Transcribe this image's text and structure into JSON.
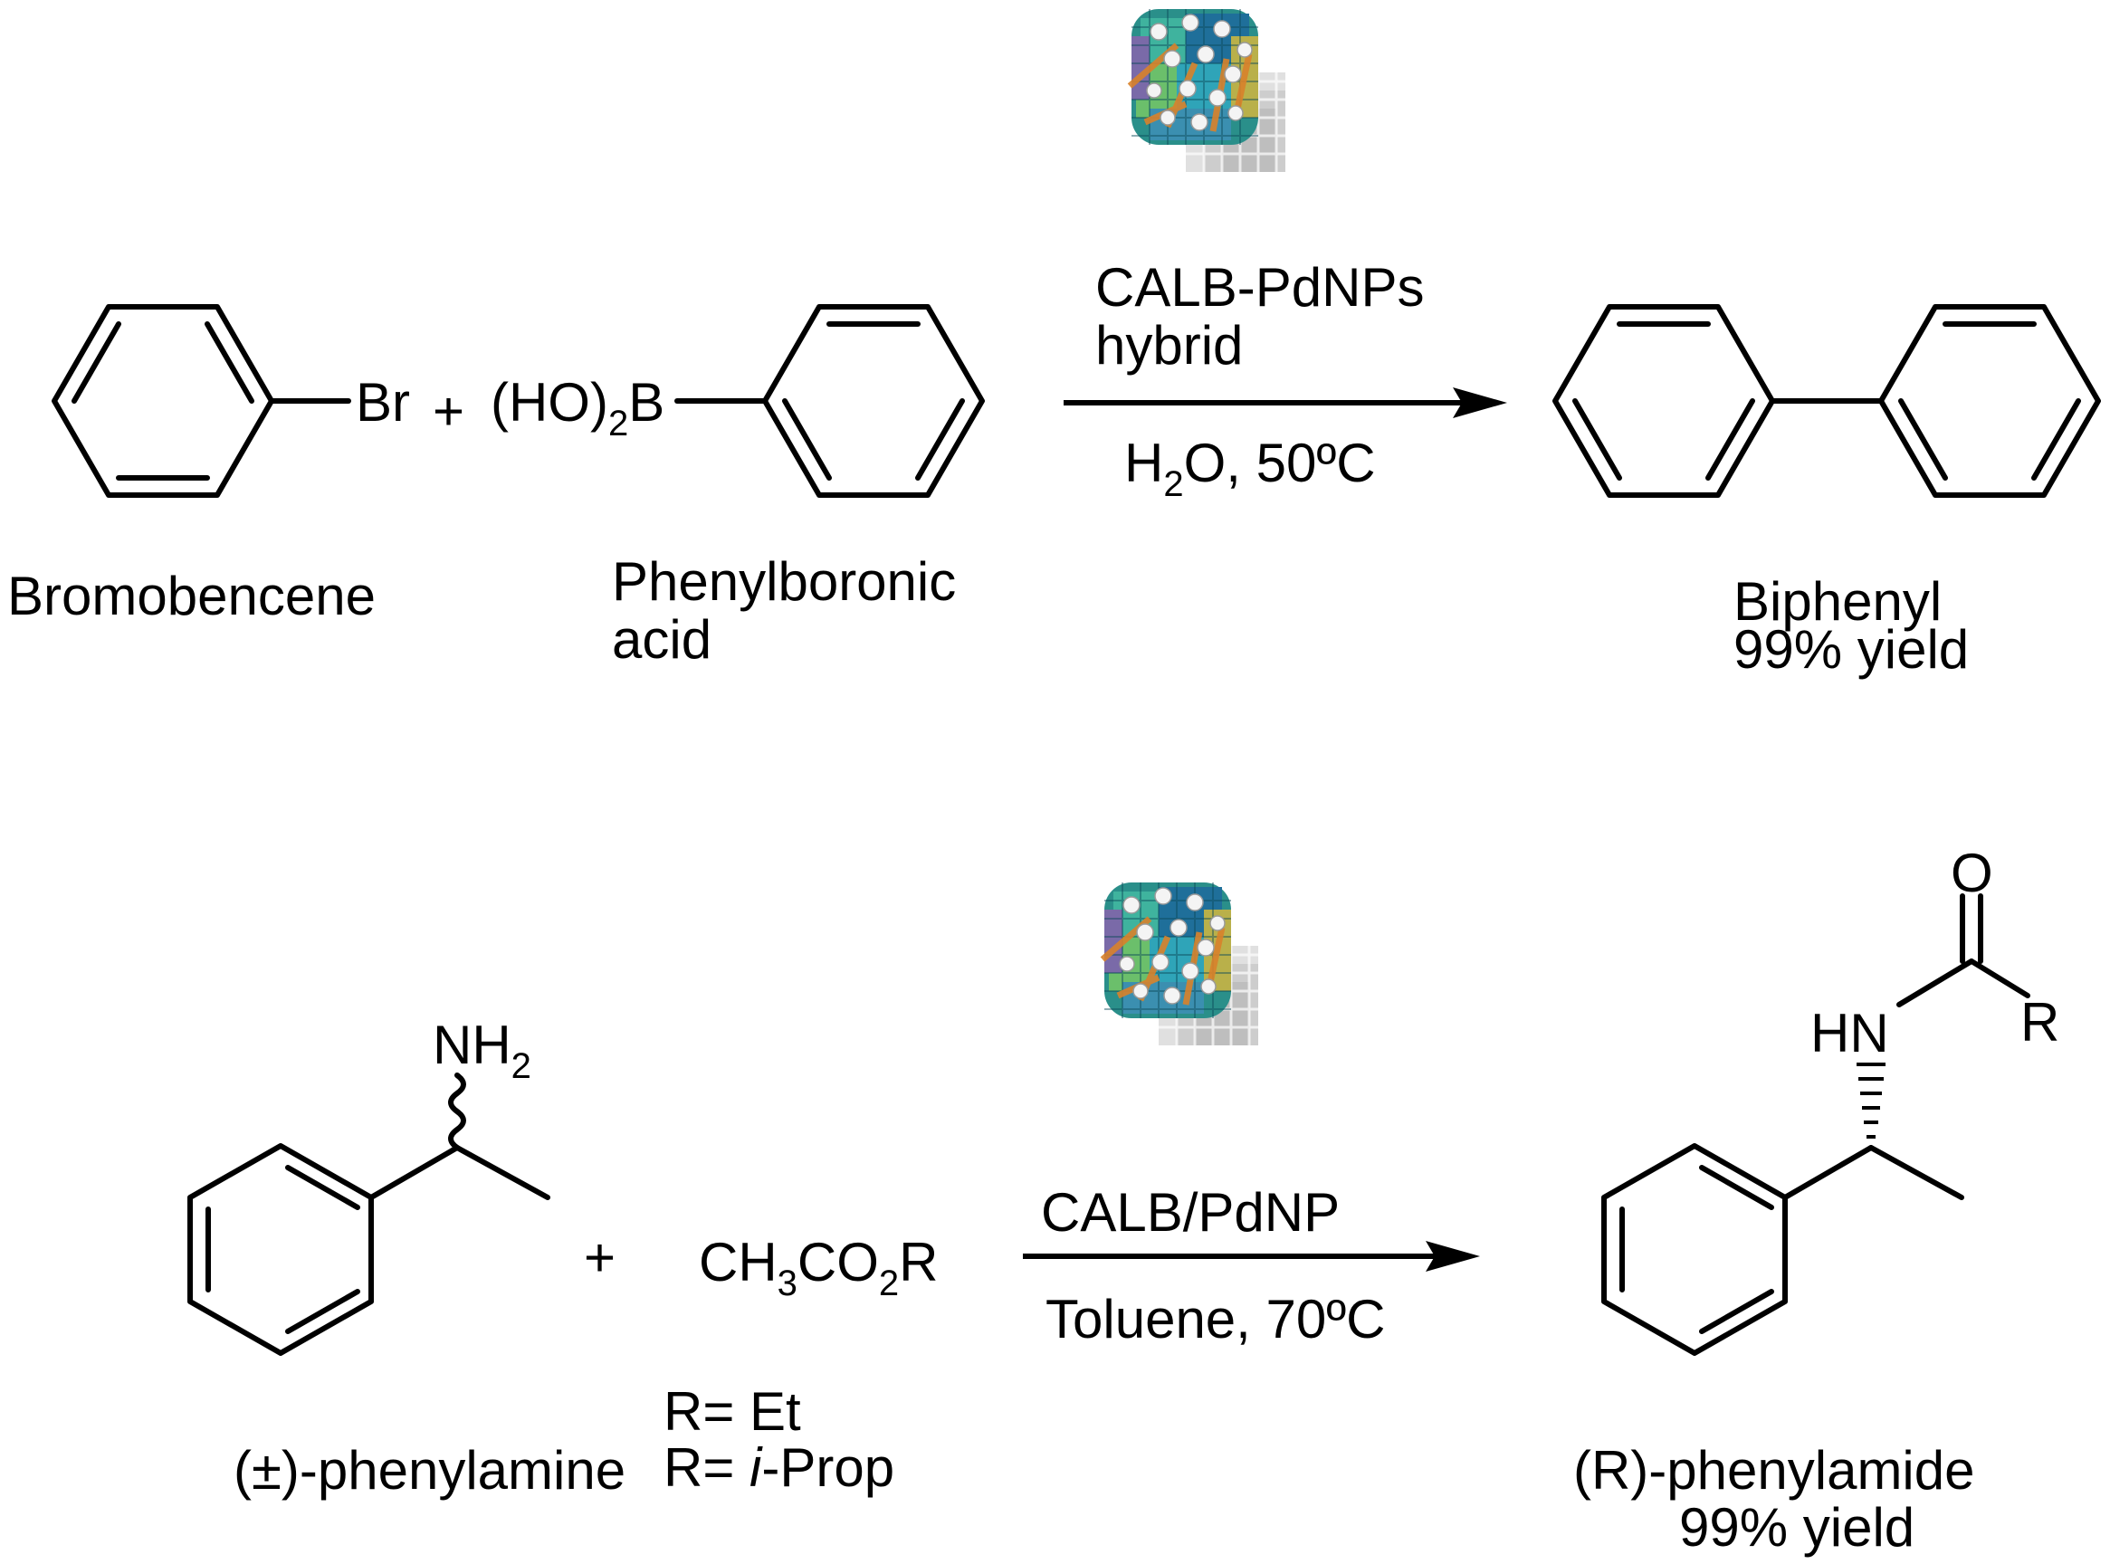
{
  "reaction1": {
    "reactant1": {
      "name": "Bromobencene",
      "atom": "Br"
    },
    "plus": "+",
    "reactant2": {
      "name_line1": "Phenylboronic",
      "name_line2": "acid",
      "group_prefix": "(HO)",
      "group_sub": "2",
      "group_atom": "B"
    },
    "catalyst_image_name": "protein-nanoparticle-hybrid",
    "catalyst_line1": "CALB-PdNPs",
    "catalyst_line2": "hybrid",
    "conditions_H": "H",
    "conditions_sub": "2",
    "conditions_rest": "O, 50ºC",
    "product": {
      "name": "Biphenyl",
      "yield": "99% yield"
    }
  },
  "reaction2": {
    "reactant1": {
      "name": "(±)-phenylamine",
      "group_main": "NH",
      "group_sub": "2"
    },
    "plus": "+",
    "reactant2": {
      "formula_p1": "CH",
      "formula_s1": "3",
      "formula_p2": "CO",
      "formula_s2": "2",
      "formula_p3": "R",
      "r1": "R= Et",
      "r2_prefix": "R= ",
      "r2_italic": "i",
      "r2_suffix": "-Prop"
    },
    "catalyst_image_name": "protein-nanoparticle-hybrid",
    "catalyst": "CALB/PdNP",
    "conditions": "Toluene, 70ºC",
    "product": {
      "name": "(R)-phenylamide",
      "yield": "99% yield",
      "atom_O": "O",
      "atom_R": "R",
      "atom_H": "H",
      "atom_N": "N"
    }
  },
  "colors": {
    "ink": "#000000",
    "background": "#ffffff",
    "hybrid_teal": "#2aa7a0",
    "hybrid_orange": "#d9822b",
    "hybrid_grey": "#9a9a9a"
  }
}
